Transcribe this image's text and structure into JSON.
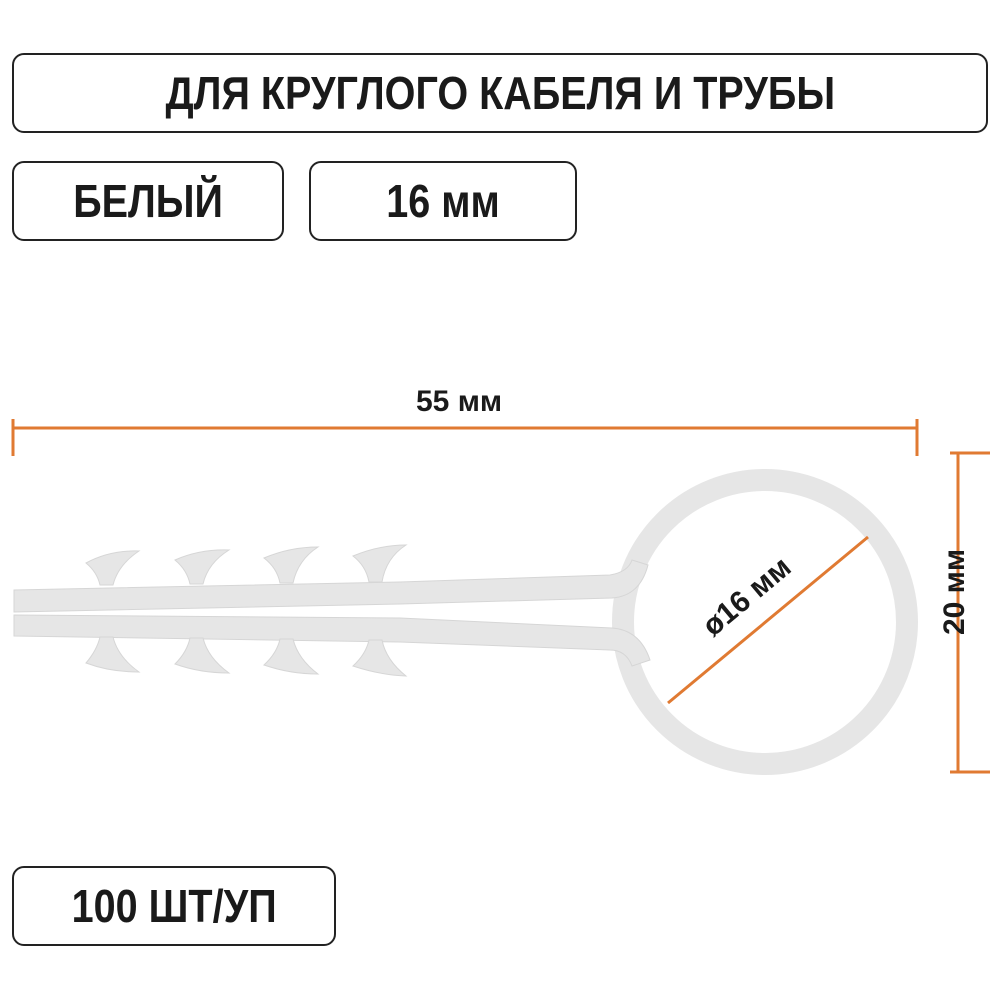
{
  "title": "ДЛЯ КРУГЛОГО КАБЕЛЯ И ТРУБЫ",
  "color_label": "БЕЛЫЙ",
  "size_label": "16 мм",
  "pack_label": "100 ШТ/УП",
  "dimensions": {
    "length": "55 мм",
    "height": "20 мм",
    "diameter": "ø16 мм"
  },
  "colors": {
    "accent": "#e07a32",
    "clip": "#e6e6e6",
    "text": "#1a1a1a"
  }
}
